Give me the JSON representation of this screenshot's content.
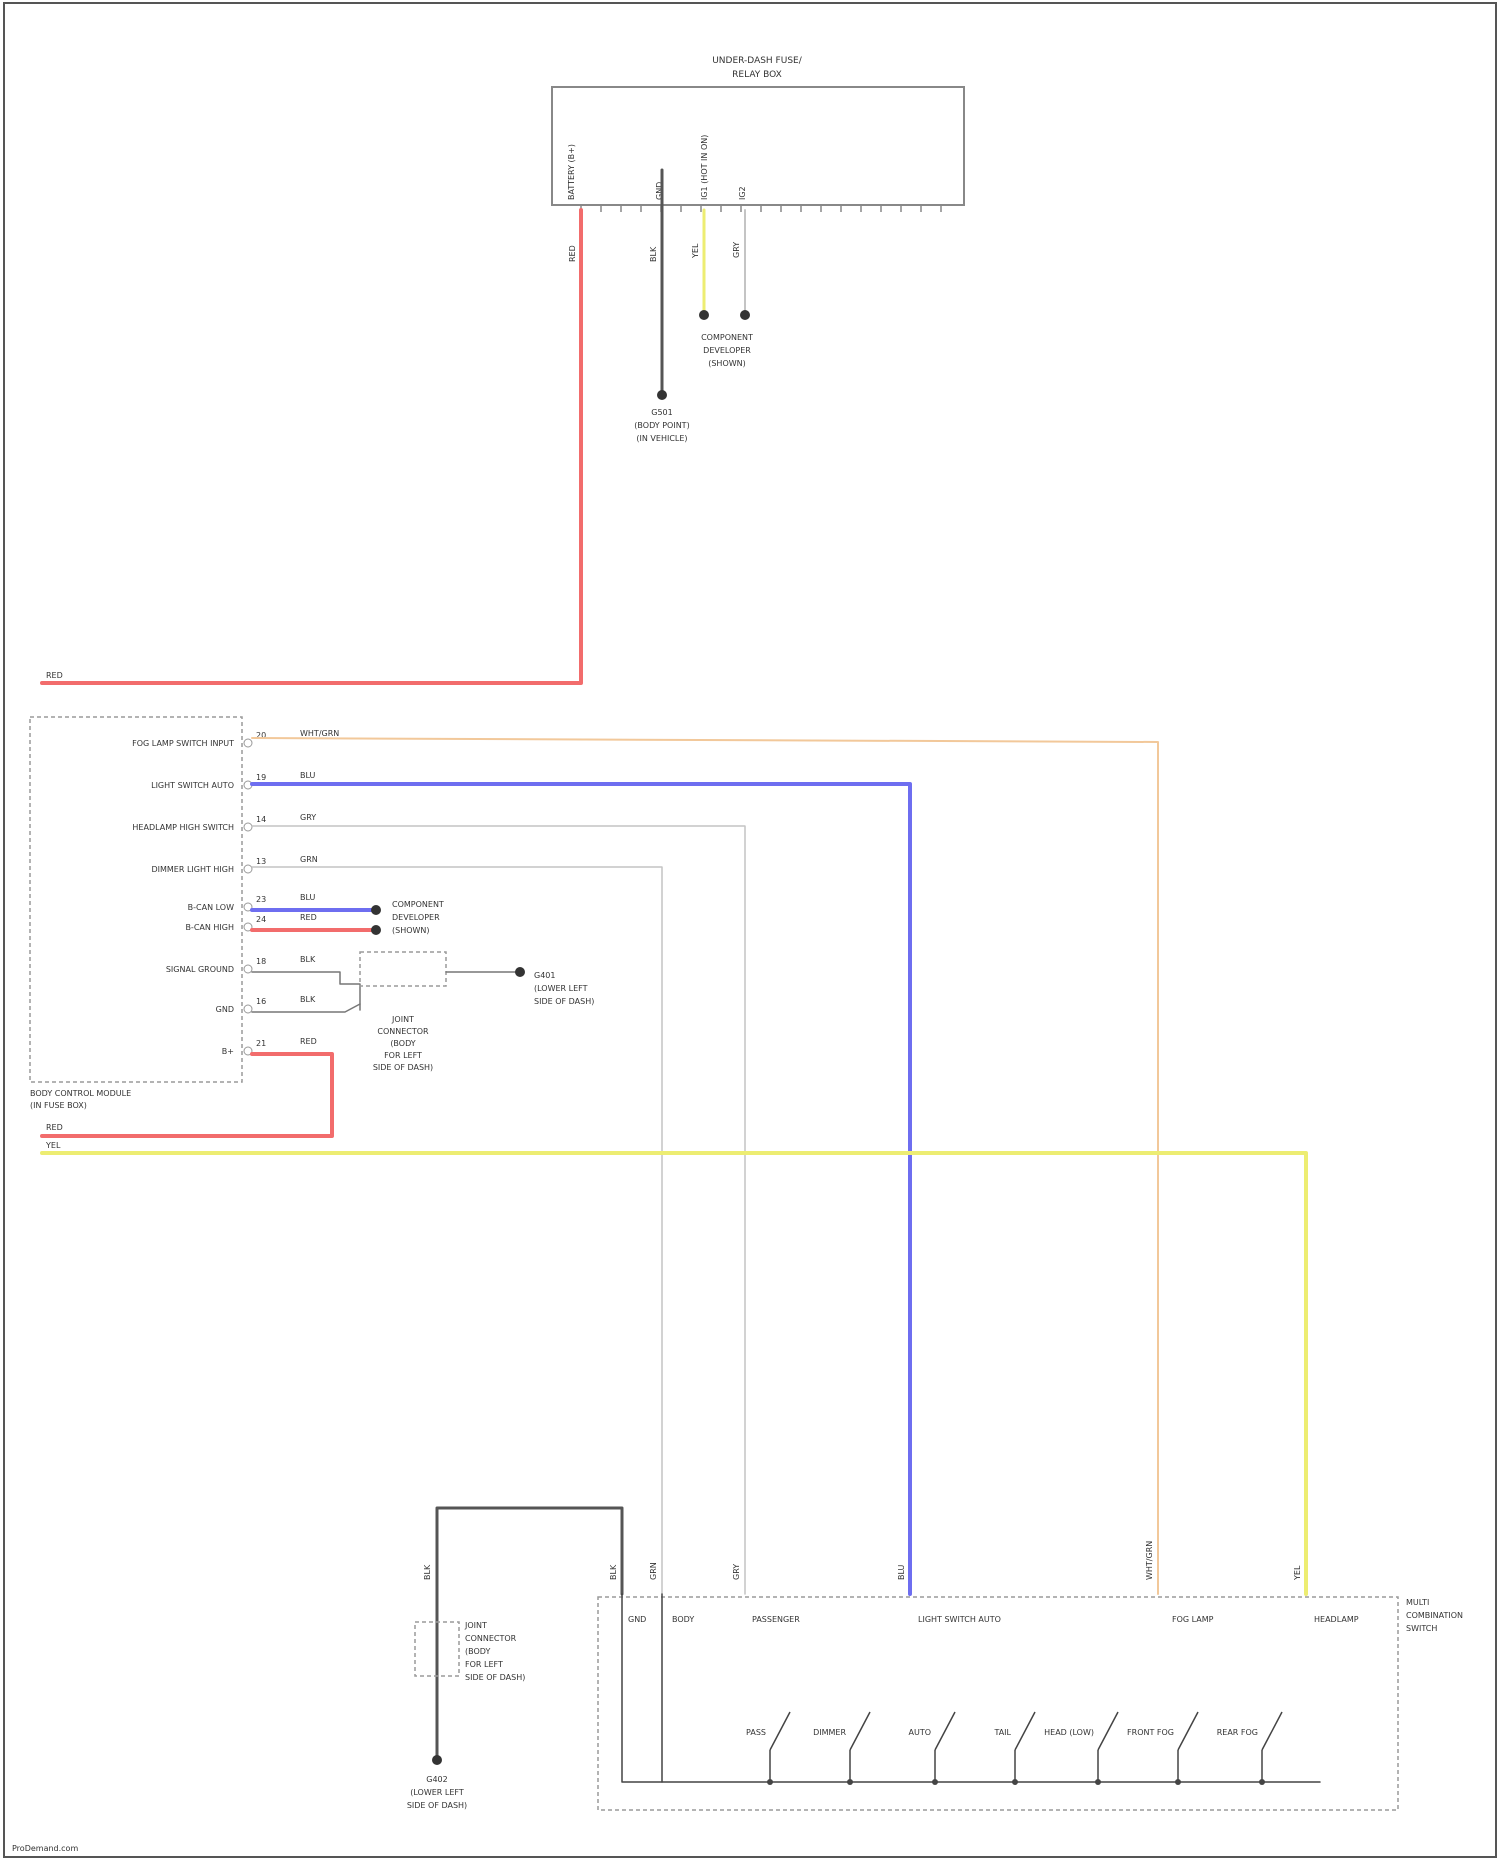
{
  "colors": {
    "red": "#f26c6c",
    "blue": "#6e6ef0",
    "orange": "#f2c89a",
    "yellow": "#eded72",
    "gray_wire": "#c4c4c4",
    "dark_wire": "#555555",
    "box": "#9a9a9a"
  },
  "top_module": {
    "title_line1": "UNDER-DASH FUSE/",
    "title_line2": "RELAY BOX",
    "pin_labels": [
      "BATTERY (B+)",
      "GND",
      "IG1 (HOT IN ON)",
      "IG2"
    ],
    "wire_labels": [
      "RED",
      "BLK",
      "YEL",
      "GRY"
    ],
    "ground_label": [
      "G501",
      "(BODY POINT)",
      "(IN VEHICLE)"
    ],
    "connector_label": [
      "COMPONENT",
      "DEVELOPER",
      "(SHOWN)"
    ]
  },
  "left_module": {
    "title": [
      "BODY CONTROL MODULE",
      "(IN FUSE BOX)"
    ],
    "rows": [
      {
        "label": "FOG LAMP SWITCH INPUT",
        "pin": "20",
        "wire": "WHT/GRN"
      },
      {
        "label": "LIGHT SWITCH AUTO",
        "pin": "19",
        "wire": "BLU"
      },
      {
        "label": "HEADLAMP HIGH SWITCH",
        "pin": "14",
        "wire": "GRY"
      },
      {
        "label": "DIMMER LIGHT HIGH",
        "pin": "13",
        "wire": "GRN"
      },
      {
        "label": "B-CAN LOW",
        "pin": "23",
        "wire": "BLU"
      },
      {
        "label": "B-CAN HIGH",
        "pin": "24",
        "wire": "RED"
      },
      {
        "label": "SIGNAL GROUND",
        "pin": "18",
        "wire": "BLK"
      },
      {
        "label": "GND",
        "pin": "16",
        "wire": "BLK"
      },
      {
        "label": "B+",
        "pin": "21",
        "wire": "RED"
      }
    ],
    "can_label": [
      "COMPONENT",
      "DEVELOPER",
      "(SHOWN)"
    ],
    "ground_label": [
      "G401",
      "(LOWER LEFT",
      "SIDE OF DASH)"
    ],
    "joint_label": [
      "JOINT",
      "CONNECTOR",
      "(BODY",
      "FOR LEFT",
      "SIDE OF DASH)"
    ],
    "bottom_red": "RED",
    "bottom_yellow": "YEL"
  },
  "bottom_module": {
    "title": [
      "MULTI",
      "COMBINATION",
      "SWITCH"
    ],
    "sections": [
      "GND",
      "BODY",
      "PASSENGER",
      "LIGHT SWITCH AUTO",
      "FOG LAMP",
      "HEADLAMP"
    ],
    "switch_labels": [
      "PASS",
      "DIMMER",
      "AUTO",
      "TAIL",
      "HEAD (LOW)",
      "FRONT FOG",
      "REAR FOG"
    ],
    "wire_labels": [
      "BLK",
      "GRN",
      "GRY",
      "BLU",
      "WHT/GRN",
      "YEL"
    ],
    "joint_label": [
      "JOINT",
      "CONNECTOR",
      "(BODY",
      "FOR LEFT",
      "SIDE OF DASH)"
    ],
    "ground_label": [
      "G402",
      "(LOWER LEFT",
      "SIDE OF DASH)"
    ]
  },
  "footer": "ProDemand.com"
}
